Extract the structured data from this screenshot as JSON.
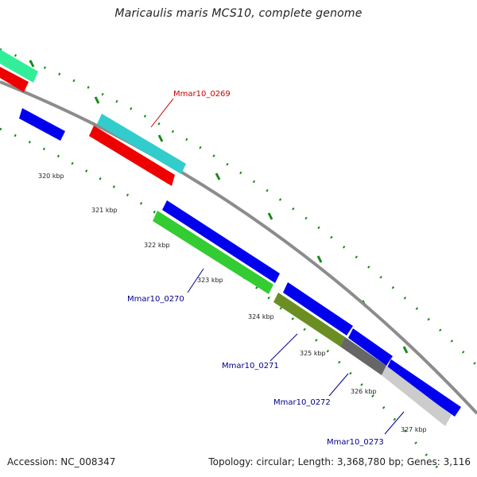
{
  "title": "Maricaulis maris MCS10, complete genome",
  "footer": {
    "accession": "Accession: NC_008347",
    "summary": "Topology: circular; Length: 3,368,780 bp; Genes: 3,116"
  },
  "colors": {
    "backbone": "#8c8c8c",
    "tick_dots": "#1a8a1a",
    "label_red": "#cc0000",
    "label_blue": "#00008b",
    "blue": "#0000ee",
    "red": "#ee0000",
    "cyan": "#33cccc",
    "green": "#33cc33",
    "olive": "#6b8e23",
    "gray": "#666666",
    "lightgray": "#cccccc",
    "mint": "#33ee99"
  },
  "ticks": [
    {
      "label": "320 kbp"
    },
    {
      "label": "321 kbp"
    },
    {
      "label": "322 kbp"
    },
    {
      "label": "323 kbp"
    },
    {
      "label": "324 kbp"
    },
    {
      "label": "325 kbp"
    },
    {
      "label": "326 kbp"
    },
    {
      "label": "327 kbp"
    }
  ],
  "gene_labels": [
    {
      "text": "Mmar10_0269",
      "color": "#cc0000"
    },
    {
      "text": "Mmar10_0270",
      "color": "#00008b"
    },
    {
      "text": "Mmar10_0271",
      "color": "#00008b"
    },
    {
      "text": "Mmar10_0272",
      "color": "#00008b"
    },
    {
      "text": "Mmar10_0273",
      "color": "#00008b"
    }
  ]
}
